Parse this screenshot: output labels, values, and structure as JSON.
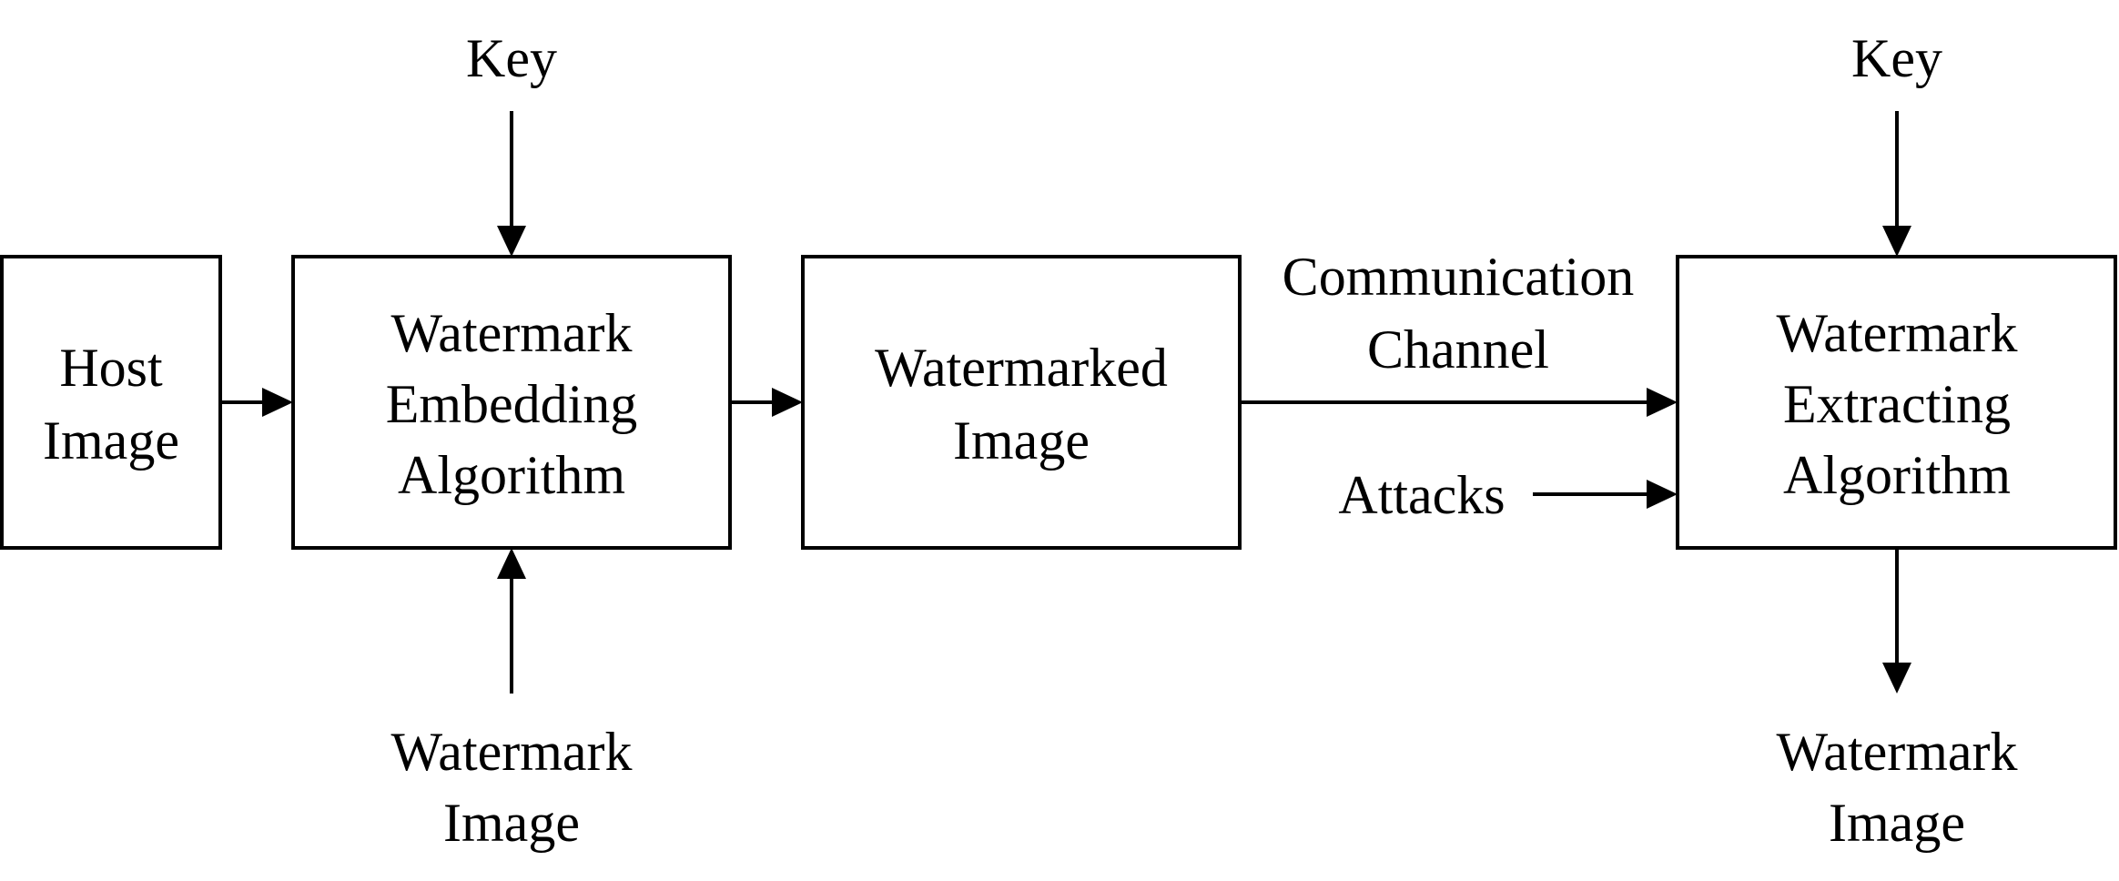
{
  "host": {
    "line1": "Host",
    "line2": "Image"
  },
  "embedding": {
    "line1": "Watermark",
    "line2": "Embedding",
    "line3": "Algorithm"
  },
  "watermarked": {
    "line1": "Watermarked",
    "line2": "Image"
  },
  "extracting": {
    "line1": "Watermark",
    "line2": "Extracting",
    "line3": "Algorithm"
  },
  "key_embed": "Key",
  "key_extract": "Key",
  "watermark_input": {
    "line1": "Watermark",
    "line2": "Image"
  },
  "watermark_output": {
    "line1": "Watermark",
    "line2": "Image"
  },
  "channel": {
    "line1": "Communication",
    "line2": "Channel"
  },
  "attacks": "Attacks"
}
